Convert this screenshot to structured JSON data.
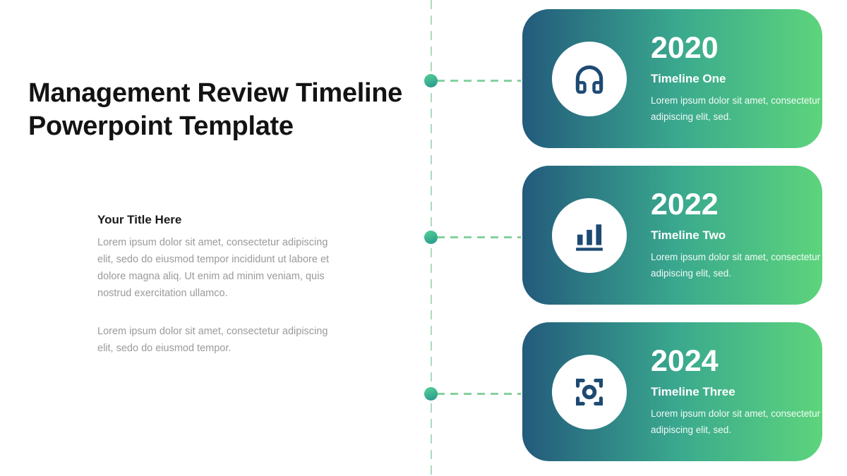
{
  "slide": {
    "title_line1": "Management Review Timeline",
    "title_line2": "Powerpoint Template"
  },
  "left_section": {
    "heading": "Your Title Here",
    "paragraph_1": "Lorem ipsum dolor sit amet, consectetur adipiscing elit, sedo do eiusmod tempor incididunt ut labore et dolore magna aliq. Ut enim ad minim veniam, quis nostrud exercitation ullamco.",
    "paragraph_2": "Lorem ipsum dolor sit amet, consectetur adipiscing elit, sedo do eiusmod tempor."
  },
  "timeline": {
    "cards": [
      {
        "year": "2020",
        "title": "Timeline One",
        "description": "Lorem ipsum dolor sit amet, consectetur adipiscing elit, sed.",
        "icon": "headphones-icon"
      },
      {
        "year": "2022",
        "title": "Timeline Two",
        "description": "Lorem ipsum dolor sit amet, consectetur adipiscing elit, sed.",
        "icon": "bar-chart-icon"
      },
      {
        "year": "2024",
        "title": "Timeline Three",
        "description": "Lorem ipsum dolor sit amet, consectetur adipiscing elit, sed.",
        "icon": "focus-frame-icon"
      }
    ],
    "colors": {
      "card_gradient_start": "#235a7c",
      "card_gradient_mid": "#3aa98e",
      "card_gradient_end": "#5dd47c",
      "icon_color": "#1d4a73",
      "dash_color": "#abdcbc",
      "connector_dash_color": "#86d19e",
      "dot_gradient_start": "#4ac494",
      "dot_gradient_end": "#2a9b8e",
      "title_color": "#131313",
      "body_text_color": "#9a9a9a",
      "background": "#ffffff"
    }
  }
}
